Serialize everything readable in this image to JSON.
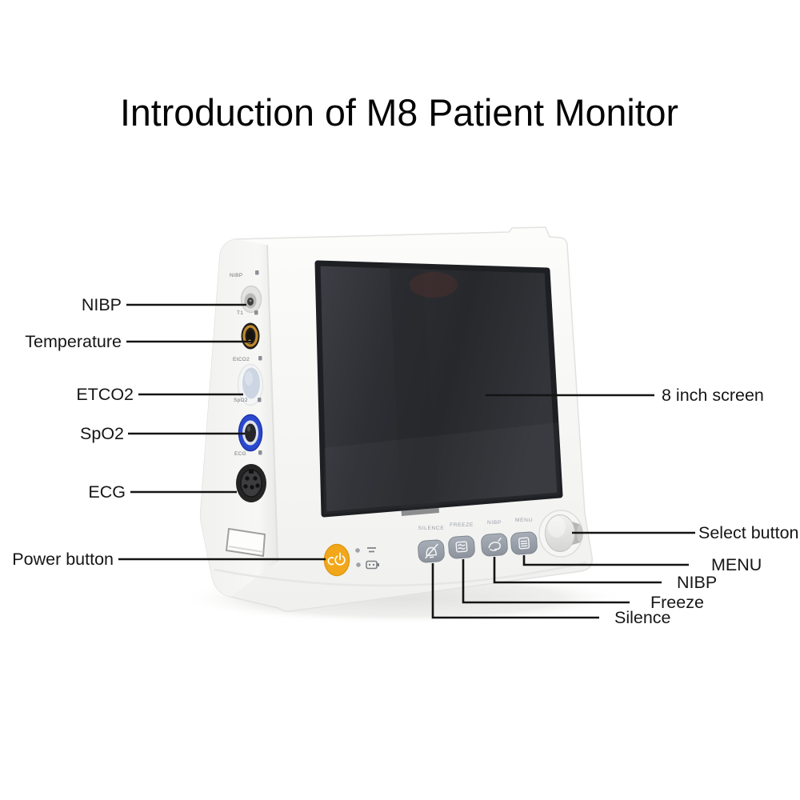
{
  "title": "Introduction of M8 Patient Monitor",
  "colors": {
    "power_button": "#F2A71B",
    "spo2_ring": "#2B49CF",
    "t1_gold": "#C08A2E",
    "screen_dark": "#2E3036",
    "body_white": "#F8F8F6",
    "leader_line": "#141414"
  },
  "device": {
    "side_ports": [
      {
        "label": "NIBP"
      },
      {
        "label": "T1"
      },
      {
        "label": "EtCO2"
      },
      {
        "label": "SpO2"
      },
      {
        "label": "ECG"
      }
    ],
    "front_buttons": [
      {
        "label": "SILENCE"
      },
      {
        "label": "FREEZE"
      },
      {
        "label": "NIBP"
      },
      {
        "label": "MENU"
      }
    ]
  },
  "callouts": {
    "left": [
      {
        "label": "NIBP"
      },
      {
        "label": "Temperature"
      },
      {
        "label": "ETCO2"
      },
      {
        "label": "SpO2"
      },
      {
        "label": "ECG"
      },
      {
        "label": "Power button"
      }
    ],
    "right": [
      {
        "label": "8 inch screen"
      },
      {
        "label": "Select button"
      },
      {
        "label": "MENU"
      },
      {
        "label": "NIBP"
      },
      {
        "label": "Freeze"
      },
      {
        "label": "Silence"
      }
    ]
  }
}
